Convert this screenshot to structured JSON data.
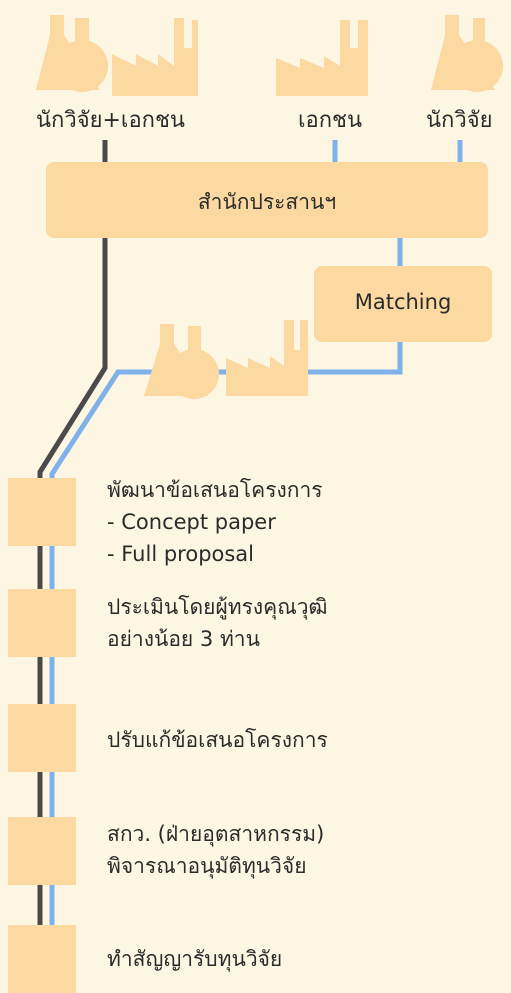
{
  "colors": {
    "accent": "#fbd9a0",
    "line_dark": "#4a4a4a",
    "line_blue": "#7fb1ea",
    "background": "#fdf6e3"
  },
  "top_labels": {
    "researcher_private": "นักวิจัย+เอกชน",
    "private": "เอกชน",
    "researcher": "นักวิจัย"
  },
  "office": {
    "label": "สำนักประสานฯ"
  },
  "matching": {
    "label": "Matching"
  },
  "steps": [
    {
      "lines": [
        "พัฒนาข้อเสนอโครงการ",
        "- Concept paper",
        "- Full proposal"
      ]
    },
    {
      "lines": [
        "ประเมินโดยผู้ทรงคุณวุฒิ",
        "อย่างน้อย 3 ท่าน"
      ]
    },
    {
      "lines": [
        "ปรับแก้ข้อเสนอโครงการ"
      ]
    },
    {
      "lines": [
        "สกว. (ฝ่ายอุตสาหกรรม)",
        "พิจารณาอนุมัติทุนวิจัย"
      ]
    },
    {
      "lines": [
        "ทำสัญญารับทุนวิจัย"
      ]
    }
  ],
  "icons": [
    "flask-icon",
    "factory-icon"
  ]
}
